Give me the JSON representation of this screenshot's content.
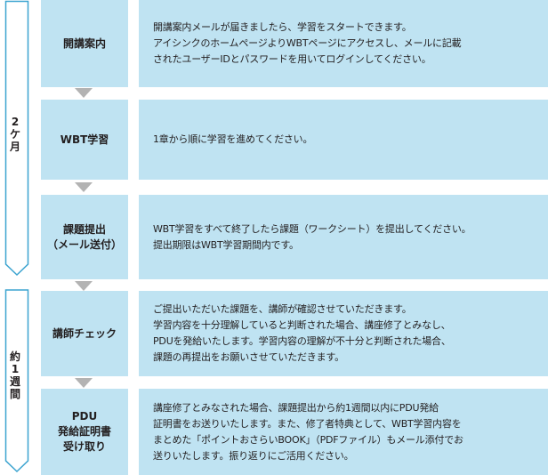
{
  "periods": [
    {
      "chars": [
        "2",
        "ケ",
        "月"
      ]
    },
    {
      "chars": [
        "約",
        "1",
        "週",
        "間"
      ]
    }
  ],
  "steps": [
    {
      "title": [
        "開講案内"
      ],
      "desc": [
        "開講案内メールが届きましたら、学習をスタートできます。",
        "アイシンクのホームページよりWBTページにアクセスし、メールに記載",
        "されたユーザーIDとパスワードを用いてログインしてください。"
      ]
    },
    {
      "title": [
        "WBT学習"
      ],
      "desc": [
        "1章から順に学習を進めてください。"
      ]
    },
    {
      "title": [
        "課題提出",
        "（メール送付）"
      ],
      "desc": [
        "WBT学習をすべて終了したら課題（ワークシート）を提出してください。",
        "提出期限はWBT学習期間内です。"
      ]
    },
    {
      "title": [
        "講師チェック"
      ],
      "desc": [
        "ご提出いただいた課題を、講師が確認させていただきます。",
        "学習内容を十分理解していると判断された場合、講座修了とみなし、",
        "PDUを発給いたします。学習内容の理解が不十分と判断された場合、",
        "課題の再提出をお願いさせていただきます。"
      ]
    },
    {
      "title": [
        "PDU",
        "発給証明書",
        "受け取り"
      ],
      "desc": [
        "講座修了とみなされた場合、課題提出から約1週間以内にPDU発給",
        "証明書をお送りいたします。また、修了者特典として、WBT学習内容を",
        "まとめた「ポイントおさらいBOOK」（PDFファイル）もメール添付でお",
        "送りいたします。振り返りにご活用ください。"
      ]
    }
  ],
  "colors": {
    "box_fill": "#bfe3f2",
    "arrow_fill": "#b3b3b3",
    "period_stroke": "#3ca4d0"
  }
}
